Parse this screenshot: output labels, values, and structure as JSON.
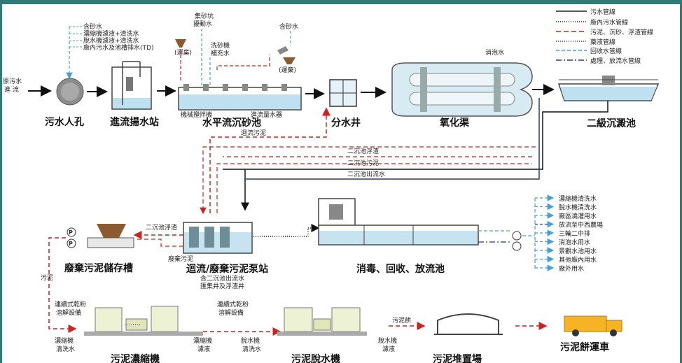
{
  "legend": [
    {
      "label": "污水管線",
      "color": "#222222",
      "dash": ""
    },
    {
      "label": "廠內污水管線",
      "color": "#222222",
      "dash": "1,2"
    },
    {
      "label": "污泥、沉砂、浮渣管線",
      "color": "#cc2222",
      "dash": "7,4"
    },
    {
      "label": "藥液管線",
      "color": "#2a3a8a",
      "dash": "1,2"
    },
    {
      "label": "回收水管線",
      "color": "#4aa0cc",
      "dash": "5,3"
    },
    {
      "label": "處理、放流水管線",
      "color": "#2a3a8a",
      "dash": "8,3,2,3"
    }
  ],
  "units": {
    "manhole": "污水人孔",
    "lift_station": "進流揚水站",
    "grit_chamber": "水平流沉砂池",
    "splitter": "分水井",
    "oxidation": "氧化渠",
    "clarifier": "二級沉澱池",
    "sludge_storage": "廢棄污泥儲存槽",
    "pump_station": "迴流/廢棄污泥泵站",
    "disinfection": "消毒、回收、放流池",
    "thickener": "污泥濃縮機",
    "dewater": "污泥脫水機",
    "yard": "污泥堆置場",
    "truck": "污泥餅運車"
  },
  "labels": {
    "raw_in_1": "原污水",
    "raw_in_2": "進 流",
    "inputs": [
      "含砂水",
      "濃縮機濾液+清洗水",
      "脫水機濾液+清洗水",
      "廠內污水及池槽排水(TD)"
    ],
    "grit_pit_1": "集砂坑",
    "grit_pit_2": "擾動水",
    "wash_1": "洗砂機",
    "wash_2": "補充水",
    "sand_water": "含砂水",
    "disposal_1": "(運棄)",
    "disposal_2": "(運棄)",
    "mixer": "機械攪拌機",
    "inlet_gate": "進流量水器",
    "defoam": "消泡水",
    "return_sludge": "迴流污泥",
    "scum": "二沉池浮渣",
    "sec_sludge": "二沉池污泥",
    "sec_outflow": "二沉池出流水",
    "scum2": "二沉池浮渣",
    "waste_sludge": "廢棄污泥",
    "pump_sub_1": "含二沉池出流水",
    "pump_sub_2": "匯集井及浮渣井",
    "sludge_side": "污泥",
    "polymer_1a": "連續式乾粉",
    "polymer_1b": "溶解設備",
    "polymer_2a": "連續式乾粉",
    "polymer_2b": "溶解設備",
    "thick_wash_1": "濃縮機",
    "thick_wash_2": "清洗水",
    "thick_filtrate_1": "濃縮機",
    "thick_filtrate_2": "濾液",
    "dew_wash_1": "脫水機",
    "dew_wash_2": "清洗水",
    "dew_filtrate_1": "脫水機",
    "dew_filtrate_2": "濾液",
    "cake": "污泥餅"
  },
  "reuse": [
    "濃縮機清洗水",
    "脫水機清洗水",
    "廠區澆灌用水",
    "放流至中西農場",
    "三輪二中排",
    "消泡水用水",
    "景觀水池用水",
    "其他廠內用水",
    "廠外用水"
  ]
}
